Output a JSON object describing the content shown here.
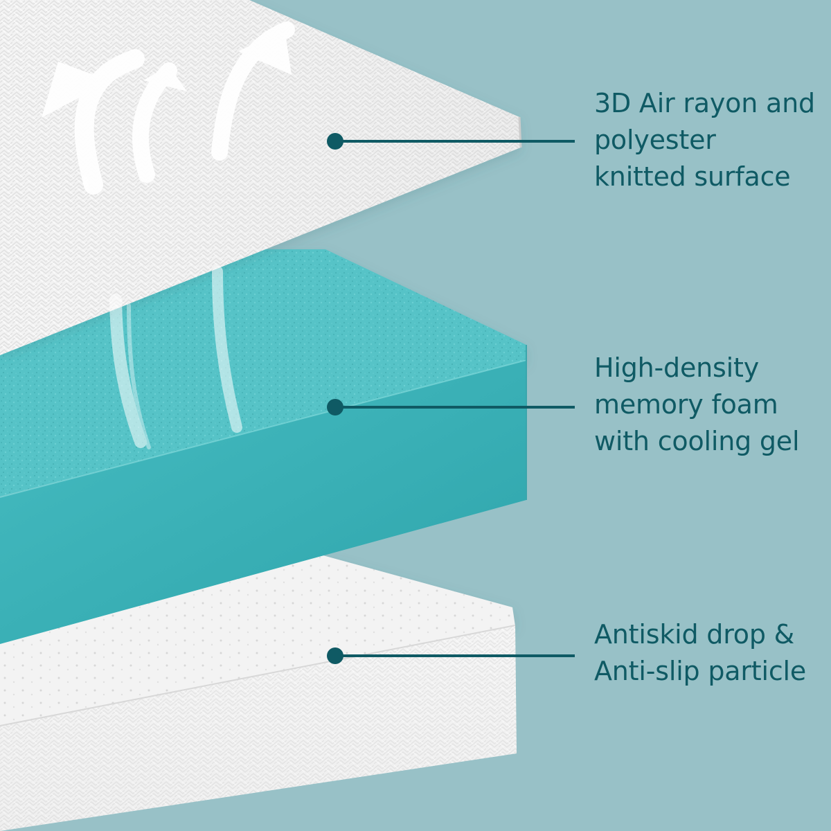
{
  "layers": [
    {
      "id": "top",
      "lines": [
        "3D Air rayon and",
        "polyester",
        "knitted surface"
      ]
    },
    {
      "id": "middle",
      "lines": [
        "High-density",
        "memory foam",
        "with cooling gel"
      ]
    },
    {
      "id": "bottom",
      "lines": [
        "Antiskid drop &",
        "Anti-slip particle"
      ]
    }
  ],
  "colors": {
    "background": "#98c1c7",
    "accent": "#0f5a64",
    "foam": "#53c2c5",
    "fabric": "#f3f3f3"
  },
  "icons": {
    "airflow": "airflow-arrows-icon",
    "pointer": "callout-dot-icon"
  }
}
